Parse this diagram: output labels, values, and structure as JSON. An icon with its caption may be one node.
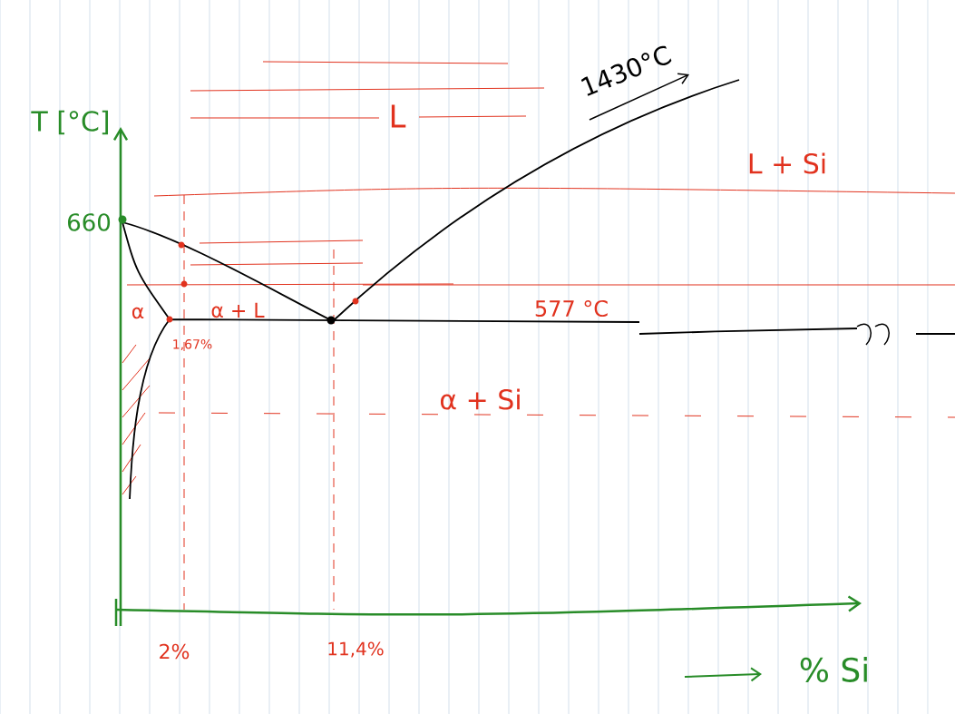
{
  "diagram": {
    "labels": [
      "T [°C]",
      "660",
      "L",
      "1430°C",
      "L + Si",
      "α",
      "α + L",
      "577 °C",
      "1,67%",
      "α + Si",
      "2%",
      "11,4%",
      "% Si"
    ]
  }
}
